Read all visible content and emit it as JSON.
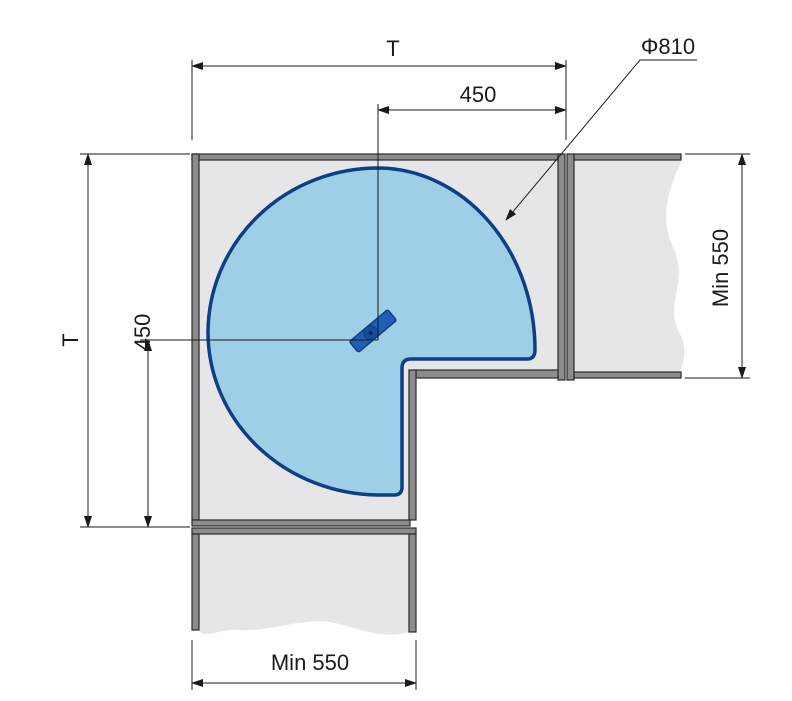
{
  "title": "Corner cabinet carousel shelf dimensions",
  "dimensions": {
    "top_width": "T",
    "top_offset": "450",
    "diameter": "Φ810",
    "left_height": "T",
    "left_offset": "450",
    "right_min": "Min 550",
    "bottom_min": "Min 550"
  },
  "colors": {
    "shelf_fill": "#9ecfe6",
    "shelf_edge": "#0d3f86",
    "cabinet_fill": "#e6e6e8",
    "panel": "#8c8c8e"
  }
}
